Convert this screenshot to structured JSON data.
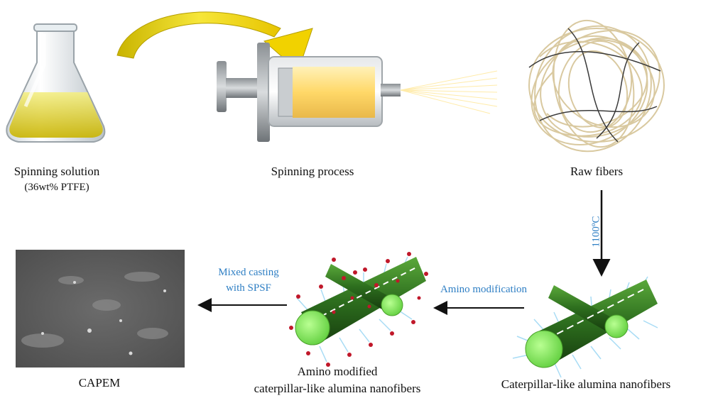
{
  "labels": {
    "spinning_solution": "Spinning solution",
    "solution_detail": "(36wt% PTFE)",
    "spinning_process": "Spinning process",
    "raw_fibers": "Raw fibers",
    "calcination_temp": "1100ºC",
    "caterpillar_nanofibers": "Caterpillar-like alumina nanofibers",
    "amino_modification": "Amino modification",
    "amino_modified_line1": "Amino modified",
    "amino_modified_line2": "caterpillar-like alumina nanofibers",
    "mixed_casting_line1": "Mixed casting",
    "mixed_casting_line2": "with SPSF",
    "capem": "CAPEM"
  },
  "colors": {
    "annotation_blue": "#2f7fc4",
    "curved_arrow_yellow": "#e8d000",
    "solution_yellow": "#e9e04a",
    "fiber_green": "#2d6e1e",
    "fiber_end_light_green": "#8fe86a",
    "spike_blue": "#a8dcf5",
    "amino_red": "#c0182a",
    "membrane_gray": "#5e5e5e"
  },
  "icons": {
    "flask": "erlenmeyer-flask-icon",
    "syringe": "syringe-icon",
    "fiber_ball": "raw-fiber-tangle-icon",
    "membrane": "sem-membrane-image"
  }
}
